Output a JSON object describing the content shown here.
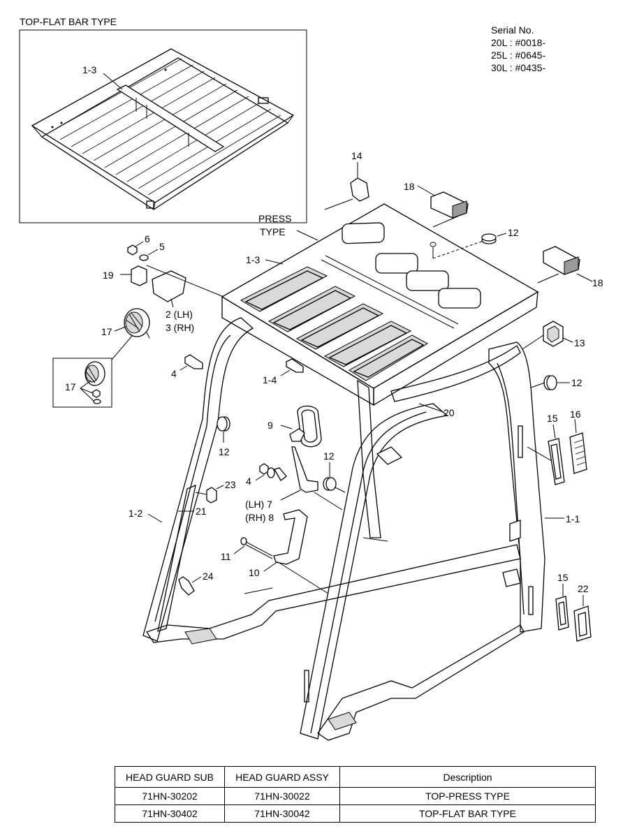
{
  "figure": {
    "inset_title": "TOP-FLAT BAR TYPE",
    "press_type_label": [
      "PRESS",
      "TYPE"
    ],
    "serial": {
      "heading": "Serial No.",
      "lines": [
        "20L : #0018-",
        "25L : #0645-",
        "30L : #0435-"
      ]
    },
    "callouts": {
      "inset_1_3": "1-3",
      "c14": "14",
      "c18a": "18",
      "c18b": "18",
      "c12a": "12",
      "c6": "6",
      "c5": "5",
      "c19": "19",
      "c1_3": "1-3",
      "c2": "2 (LH)",
      "c3": "3 (RH)",
      "c17a": "17",
      "c17b": "17",
      "c4a": "4",
      "c1_4": "1-4",
      "c13": "13",
      "c12b": "12",
      "c20": "20",
      "c9": "9",
      "c12c": "12",
      "c15a": "15",
      "c16": "16",
      "c12d": "12",
      "c4b": "4",
      "c23": "23",
      "c7": "(LH) 7",
      "c8": "(RH) 8",
      "c21": "21",
      "c1_2": "1-2",
      "c1_1": "1-1",
      "c11": "11",
      "c24": "24",
      "c10": "10",
      "c15b": "15",
      "c22": "22"
    }
  },
  "table": {
    "headers": [
      "HEAD GUARD SUB",
      "HEAD GUARD ASSY",
      "Description"
    ],
    "rows": [
      [
        "71HN-30202",
        "71HN-30022",
        "TOP-PRESS TYPE"
      ],
      [
        "71HN-30402",
        "71HN-30042",
        "TOP-FLAT BAR TYPE"
      ]
    ]
  }
}
